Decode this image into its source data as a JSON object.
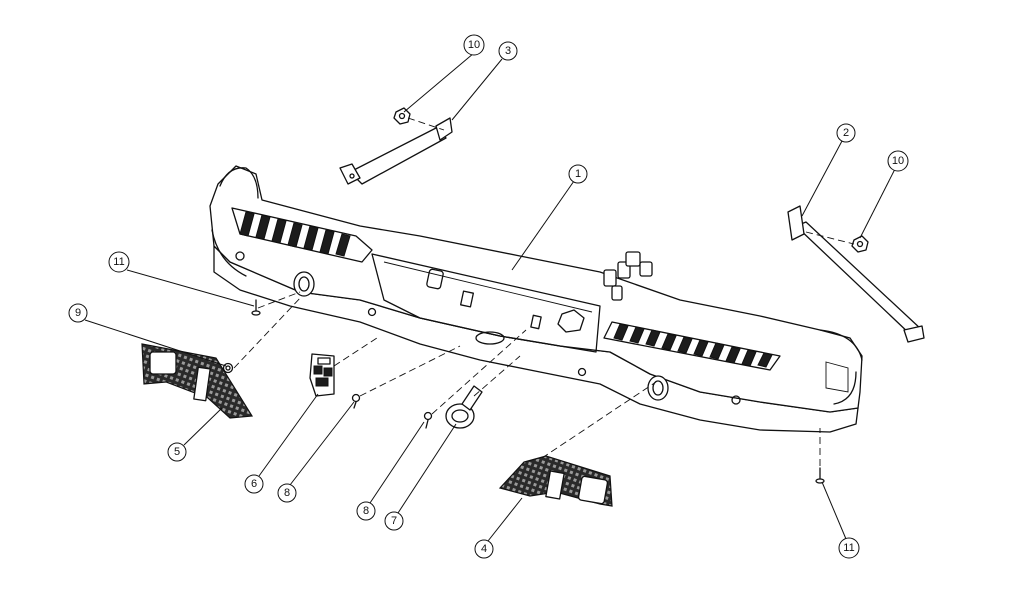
{
  "callouts": [
    {
      "id": "c1",
      "label": "1"
    },
    {
      "id": "c2",
      "label": "2"
    },
    {
      "id": "c3",
      "label": "3"
    },
    {
      "id": "c4",
      "label": "4"
    },
    {
      "id": "c5",
      "label": "5"
    },
    {
      "id": "c6",
      "label": "6"
    },
    {
      "id": "c7",
      "label": "7"
    },
    {
      "id": "c8a",
      "label": "8"
    },
    {
      "id": "c8b",
      "label": "8"
    },
    {
      "id": "c9",
      "label": "9"
    },
    {
      "id": "c10a",
      "label": "10"
    },
    {
      "id": "c10b",
      "label": "10"
    },
    {
      "id": "c11a",
      "label": "11"
    },
    {
      "id": "c11b",
      "label": "11"
    }
  ]
}
